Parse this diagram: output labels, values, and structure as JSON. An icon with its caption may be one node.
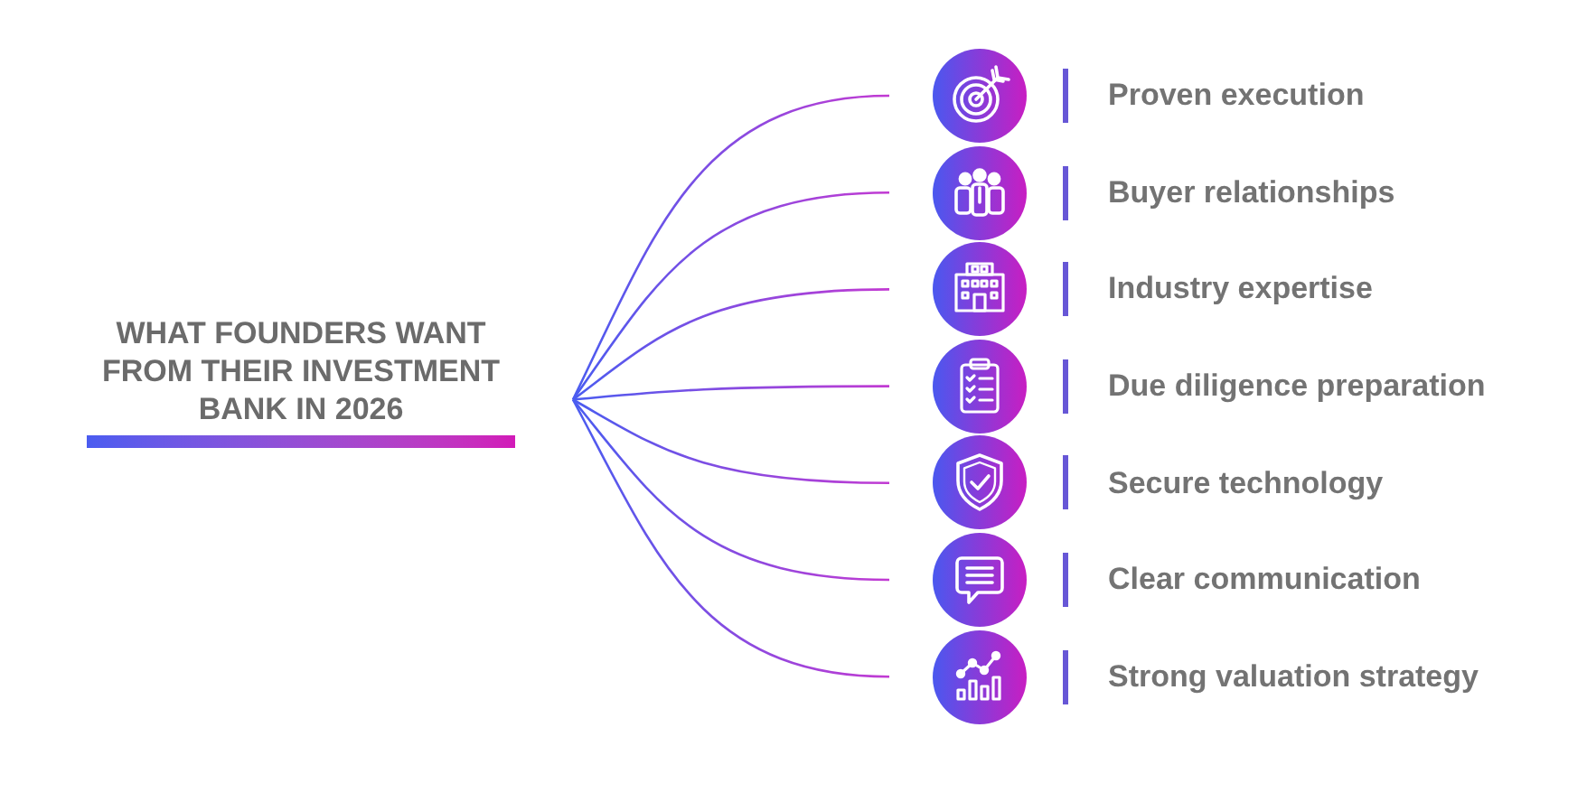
{
  "diagram": {
    "nodes": [
      {
        "text": [
          "WHAT FOUNDERS WANT FROM THEIR INVESTMENT BANK IN 2026"
        ]
      },
      {
        "text": [
          "Proven execution"
        ]
      },
      {
        "text": [
          "Buyer relationships"
        ]
      },
      {
        "text": [
          "Industry expertise"
        ]
      },
      {
        "text": [
          "Due diligence preparation"
        ]
      },
      {
        "text": [
          "Secure technology"
        ]
      },
      {
        "text": [
          "Clear communication"
        ]
      },
      {
        "text": [
          "Strong valuation strategy"
        ]
      }
    ],
    "edges": [
      {
        "from": 0,
        "to": 1,
        "arrow": "none"
      },
      {
        "from": 0,
        "to": 2,
        "arrow": "none"
      },
      {
        "from": 0,
        "to": 3,
        "arrow": "none"
      },
      {
        "from": 0,
        "to": 4,
        "arrow": "none"
      },
      {
        "from": 0,
        "to": 5,
        "arrow": "none"
      },
      {
        "from": 0,
        "to": 6,
        "arrow": "none"
      },
      {
        "from": 0,
        "to": 7,
        "arrow": "none"
      }
    ]
  }
}
